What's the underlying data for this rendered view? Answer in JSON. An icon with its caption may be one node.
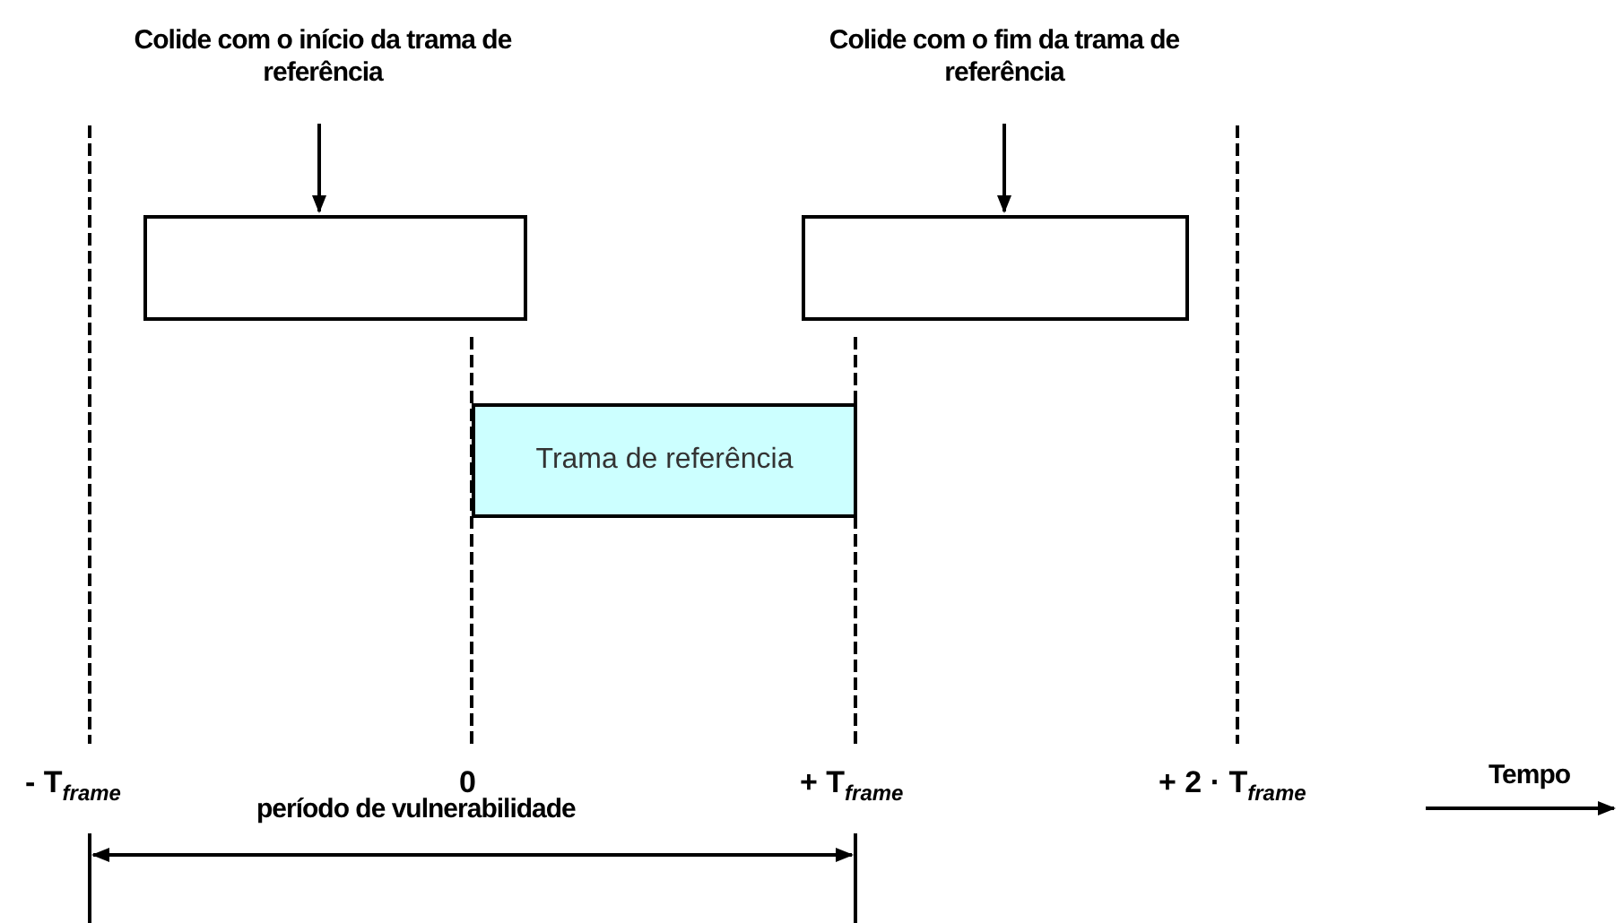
{
  "diagram": {
    "nodes": [
      {
        "text": [
          "Colide com o início da trama de referência"
        ]
      },
      {
        "text": [],
        "shape": "box"
      },
      {
        "text": [
          "Colide com o fim da trama de referência"
        ]
      },
      {
        "text": [],
        "shape": "box"
      },
      {
        "text": [
          "Trama de referência"
        ]
      }
    ],
    "edges": [
      {
        "from": 0,
        "to": 1,
        "arrow": "to"
      },
      {
        "from": 2,
        "to": 3,
        "arrow": "to"
      }
    ],
    "labels": [
      "- T$_{frame}$",
      "0",
      "+ T$_{frame}$",
      "+ 2 · T$_{frame}$",
      "Tempo",
      "período de vulnerabilidade"
    ]
  }
}
